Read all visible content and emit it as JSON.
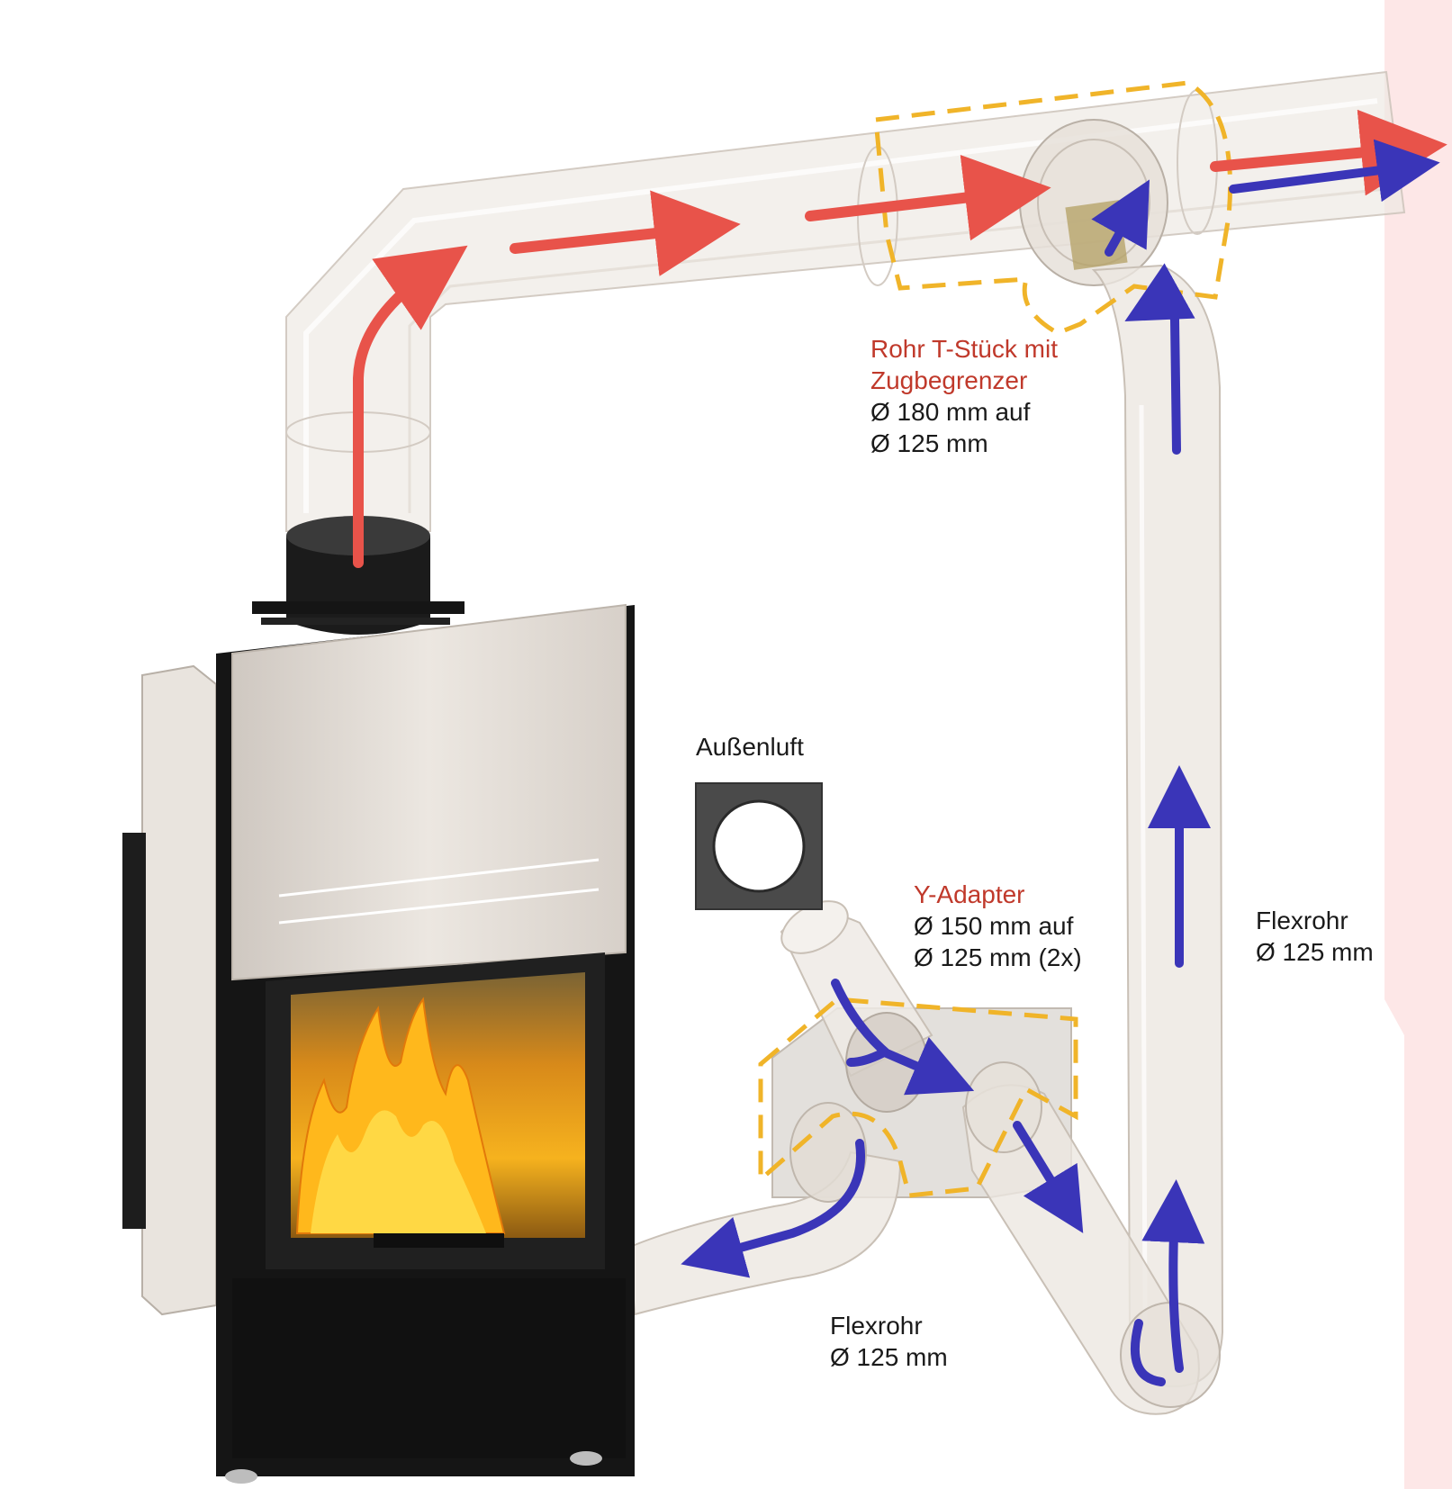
{
  "labels": {
    "t_piece": {
      "title_line1": "Rohr T-Stück mit",
      "title_line2": "Zugbegrenzer",
      "line3": "Ø 180 mm auf",
      "line4": "Ø 125 mm"
    },
    "outside_air": "Außenluft",
    "y_adapter": {
      "title": "Y-Adapter",
      "line2": "Ø 150 mm auf",
      "line3": "Ø 125 mm (2x)"
    },
    "flex_right": {
      "line1": "Flexrohr",
      "line2": "Ø 125 mm"
    },
    "flex_bottom": {
      "line1": "Flexrohr",
      "line2": "Ø 125 mm"
    }
  },
  "colors": {
    "title_red": "#c0392b",
    "flue_arrow": "#e8534a",
    "air_arrow": "#3a35b8",
    "highlight_dash": "#f0b429",
    "pipe_fill": "#ece7e1",
    "stove_steel": "#e3ddd6",
    "stove_black": "#111111",
    "fire_orange": "#f6a21b"
  },
  "icons": {
    "stove": "fireplace-insert",
    "vent": "wall-vent-icon"
  }
}
